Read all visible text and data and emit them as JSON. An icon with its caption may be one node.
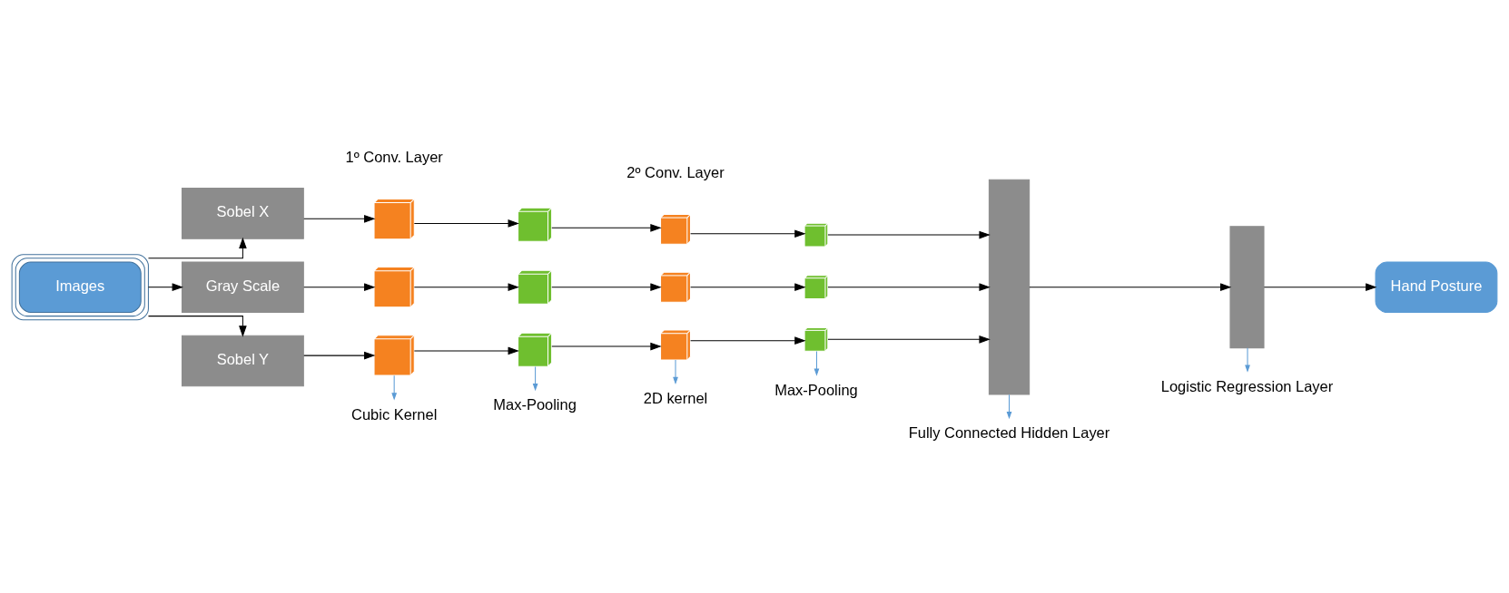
{
  "diagram": {
    "nodes": [
      {
        "text": [
          "Images"
        ]
      },
      {
        "text": [
          "Sobel X"
        ]
      },
      {
        "text": [
          "Gray Scale"
        ]
      },
      {
        "text": [
          "Sobel Y"
        ]
      },
      {
        "text": [],
        "shape": "box"
      },
      {
        "text": [],
        "shape": "box"
      },
      {
        "text": [],
        "shape": "box"
      },
      {
        "text": [],
        "shape": "box"
      },
      {
        "text": [],
        "shape": "box"
      },
      {
        "text": [],
        "shape": "box"
      },
      {
        "text": [],
        "shape": "box"
      },
      {
        "text": [],
        "shape": "box"
      },
      {
        "text": [],
        "shape": "box"
      },
      {
        "text": [],
        "shape": "box"
      },
      {
        "text": [],
        "shape": "box"
      },
      {
        "text": [],
        "shape": "box"
      },
      {
        "text": [],
        "shape": "bar"
      },
      {
        "text": [],
        "shape": "bar"
      },
      {
        "text": [
          "Hand Posture"
        ]
      },
      {
        "text": [
          "Cubic Kernel"
        ]
      },
      {
        "text": [
          "Max-Pooling"
        ]
      },
      {
        "text": [
          "2D kernel"
        ]
      },
      {
        "text": [
          "Max-Pooling"
        ]
      },
      {
        "text": [
          "Fully Connected Hidden Layer"
        ]
      },
      {
        "text": [
          "Logistic Regression Layer"
        ]
      }
    ],
    "edges": [
      {
        "from": 0,
        "to": 1,
        "arrow": "to"
      },
      {
        "from": 0,
        "to": 2,
        "arrow": "to"
      },
      {
        "from": 0,
        "to": 3,
        "arrow": "to"
      },
      {
        "from": 1,
        "to": 4,
        "arrow": "to"
      },
      {
        "from": 2,
        "to": 5,
        "arrow": "to"
      },
      {
        "from": 3,
        "to": 6,
        "arrow": "to"
      },
      {
        "from": 4,
        "to": 7,
        "arrow": "to"
      },
      {
        "from": 5,
        "to": 8,
        "arrow": "to"
      },
      {
        "from": 6,
        "to": 9,
        "arrow": "to"
      },
      {
        "from": 7,
        "to": 10,
        "arrow": "to"
      },
      {
        "from": 8,
        "to": 11,
        "arrow": "to"
      },
      {
        "from": 9,
        "to": 12,
        "arrow": "to"
      },
      {
        "from": 10,
        "to": 13,
        "arrow": "to"
      },
      {
        "from": 11,
        "to": 14,
        "arrow": "to"
      },
      {
        "from": 12,
        "to": 15,
        "arrow": "to"
      },
      {
        "from": 13,
        "to": 16,
        "arrow": "to"
      },
      {
        "from": 14,
        "to": 16,
        "arrow": "to"
      },
      {
        "from": 15,
        "to": 16,
        "arrow": "to"
      },
      {
        "from": 16,
        "to": 17,
        "arrow": "to"
      },
      {
        "from": 17,
        "to": 18,
        "arrow": "to"
      },
      {
        "from": 6,
        "to": 19,
        "arrow": "to",
        "color": "#5b9bd5"
      },
      {
        "from": 9,
        "to": 20,
        "arrow": "to",
        "color": "#5b9bd5"
      },
      {
        "from": 12,
        "to": 21,
        "arrow": "to",
        "color": "#5b9bd5"
      },
      {
        "from": 15,
        "to": 22,
        "arrow": "to",
        "color": "#5b9bd5"
      },
      {
        "from": 16,
        "to": 23,
        "arrow": "to",
        "color": "#5b9bd5"
      },
      {
        "from": 17,
        "to": 24,
        "arrow": "to",
        "color": "#5b9bd5"
      }
    ],
    "labels": [
      "1º Conv. Layer",
      "2º Conv. Layer"
    ]
  }
}
